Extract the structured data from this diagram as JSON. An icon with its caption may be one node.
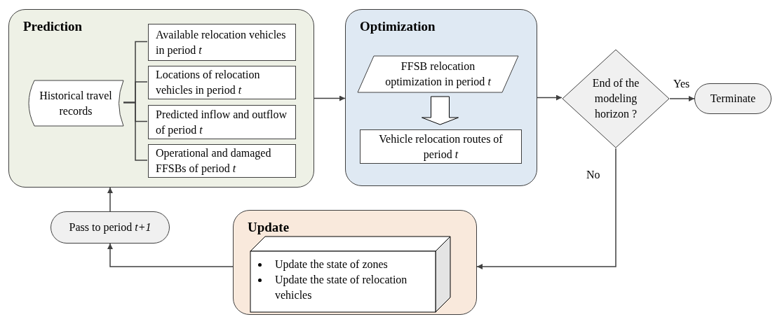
{
  "diagram": {
    "nodes": [
      {
        "text": [
          "Prediction"
        ]
      },
      {
        "text": [
          "Historical travel records"
        ],
        "in": 0
      },
      {
        "text": [
          "Available relocation vehicles in period *t*"
        ],
        "in": 0
      },
      {
        "text": [
          "Locations of relocation vehicles in period *t*"
        ],
        "in": 0
      },
      {
        "text": [
          "Predicted  inflow and outflow of period *t*"
        ],
        "in": 0
      },
      {
        "text": [
          "Operational and damaged FFSBs of period *t*"
        ],
        "in": 0
      },
      {
        "text": [
          "Optimization"
        ]
      },
      {
        "text": [
          "FFSB relocation optimization in period *t*"
        ],
        "in": 6
      },
      {
        "text": [
          "Vehicle relocation routes of period *t*"
        ],
        "in": 6
      },
      {
        "text": [
          "End of the modeling horizon ?"
        ]
      },
      {
        "text": [
          "Terminate"
        ]
      },
      {
        "text": [
          "Update"
        ]
      },
      {
        "text": [
          "Update the state of zones",
          "Update the state of relocation vehicles"
        ],
        "in": 11
      },
      {
        "text": [
          "Pass to period *t+1*"
        ]
      }
    ],
    "edges": [
      {
        "from": 1,
        "to": 2,
        "arrow": "none"
      },
      {
        "from": 1,
        "to": 3,
        "arrow": "none"
      },
      {
        "from": 1,
        "to": 4,
        "arrow": "none"
      },
      {
        "from": 1,
        "to": 5,
        "arrow": "none"
      },
      {
        "from": 0,
        "to": 6,
        "arrow": "to"
      },
      {
        "from": 7,
        "to": 8,
        "arrow": "to",
        "style": "thick"
      },
      {
        "from": 6,
        "to": 9,
        "arrow": "to"
      },
      {
        "from": 9,
        "to": 10,
        "arrow": "to",
        "label": "Yes"
      },
      {
        "from": 9,
        "to": 11,
        "arrow": "to",
        "label": "No"
      },
      {
        "from": 11,
        "to": 13,
        "arrow": "to"
      },
      {
        "from": 13,
        "to": 0,
        "arrow": "to"
      }
    ]
  }
}
